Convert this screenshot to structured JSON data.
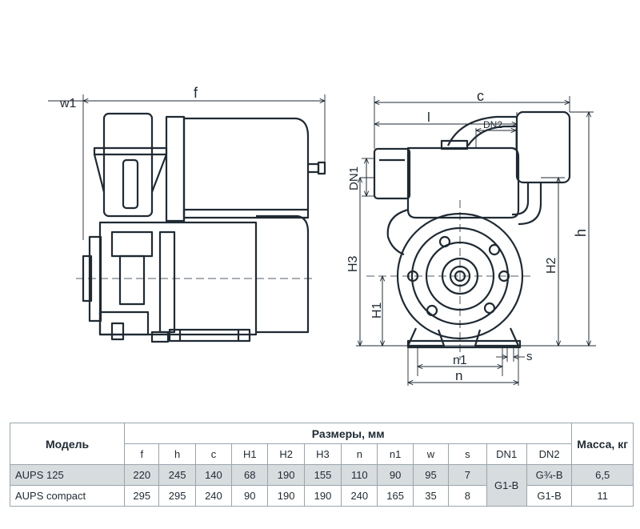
{
  "labels": {
    "w1": "w1",
    "f": "f",
    "c": "c",
    "l": "l",
    "dn2": "DN2",
    "dn1": "DN1",
    "h3": "H3",
    "h2": "H2",
    "h": "h",
    "h1": "H1",
    "n1": "n1",
    "n": "n",
    "s": "s"
  },
  "table": {
    "model_header": "Модель",
    "dims_header": "Размеры, мм",
    "mass_header": "Масса, кг",
    "columns": [
      "f",
      "h",
      "c",
      "H1",
      "H2",
      "H3",
      "n",
      "n1",
      "w",
      "s",
      "DN1",
      "DN2"
    ],
    "rows": [
      {
        "model": "AUPS 125",
        "f": "220",
        "h": "245",
        "c": "140",
        "H1": "68",
        "H2": "190",
        "H3": "155",
        "n": "110",
        "n1": "90",
        "w": "95",
        "s": "7",
        "DN2": "G¾-B",
        "mass": "6,5"
      },
      {
        "model": "AUPS compact",
        "f": "295",
        "h": "295",
        "c": "240",
        "H1": "90",
        "H2": "190",
        "H3": "190",
        "n": "240",
        "n1": "165",
        "w": "35",
        "s": "8",
        "DN2": "G1-B",
        "mass": "11"
      }
    ],
    "dn1_merged": "G1-B"
  }
}
